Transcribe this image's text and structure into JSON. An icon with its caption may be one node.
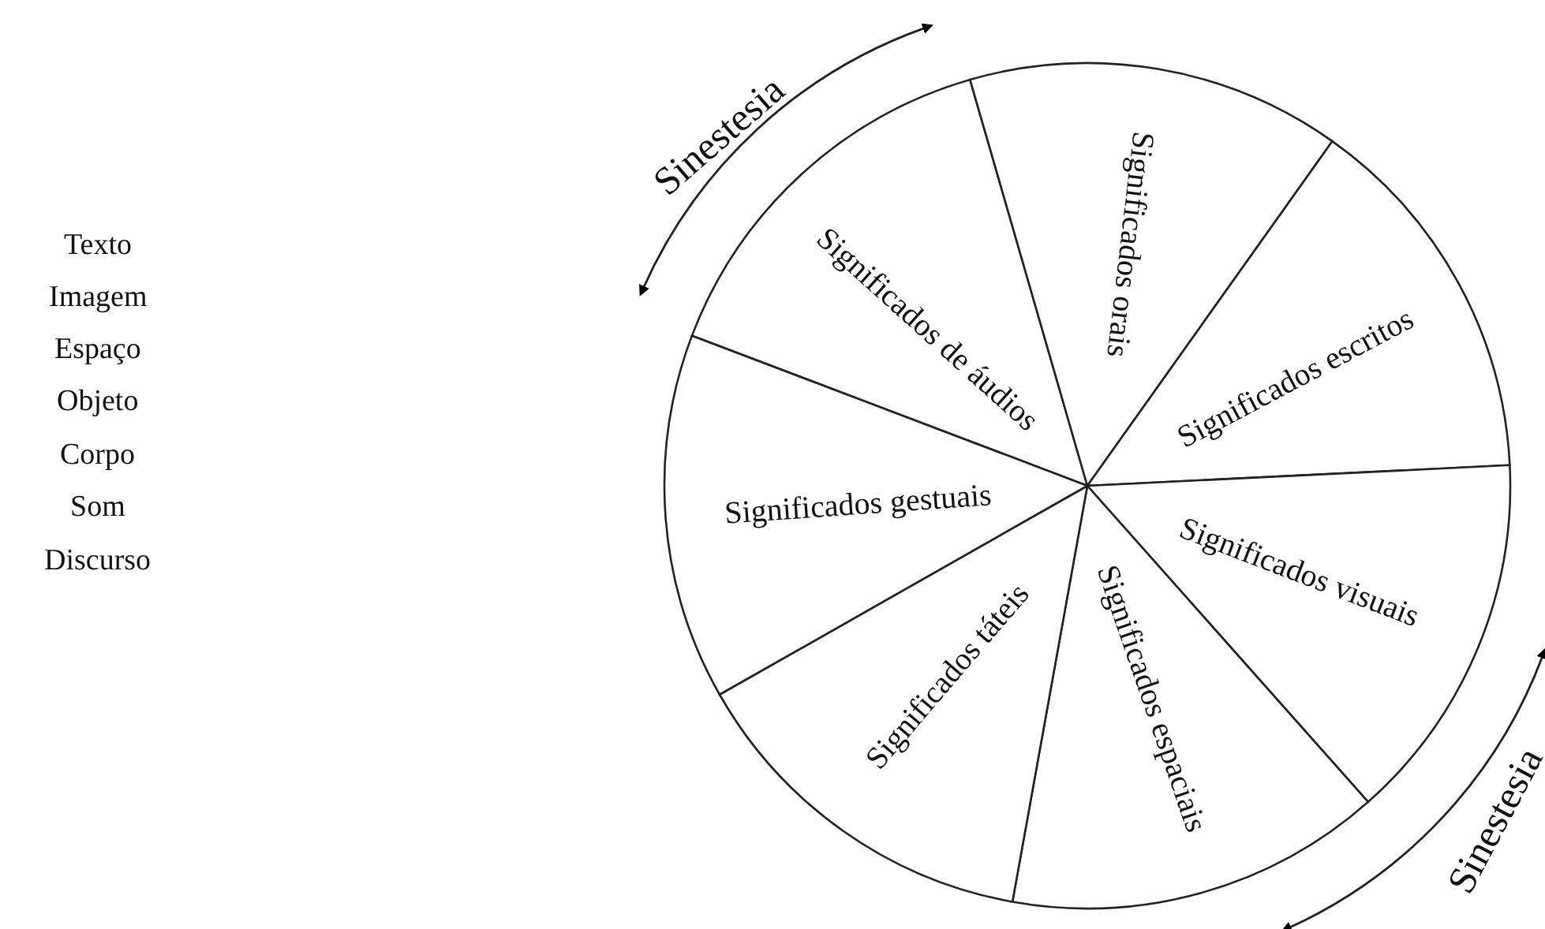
{
  "diagram": {
    "nodes": [
      {
        "text": [
          "Significados de áudios"
        ]
      },
      {
        "text": [
          "Significados orais"
        ]
      },
      {
        "text": [
          "Significados escritos"
        ]
      },
      {
        "text": [
          "Significados visuais"
        ]
      },
      {
        "text": [
          "Significados espaciais"
        ]
      },
      {
        "text": [
          "Significados táteis"
        ]
      },
      {
        "text": [
          "Significados gestuais"
        ]
      }
    ],
    "labels": [
      "Sinestesia",
      "Texto",
      "Imagem",
      "Espaço",
      "Objeto",
      "Corpo",
      "Som",
      "Discurso",
      "Sinestesia"
    ]
  }
}
